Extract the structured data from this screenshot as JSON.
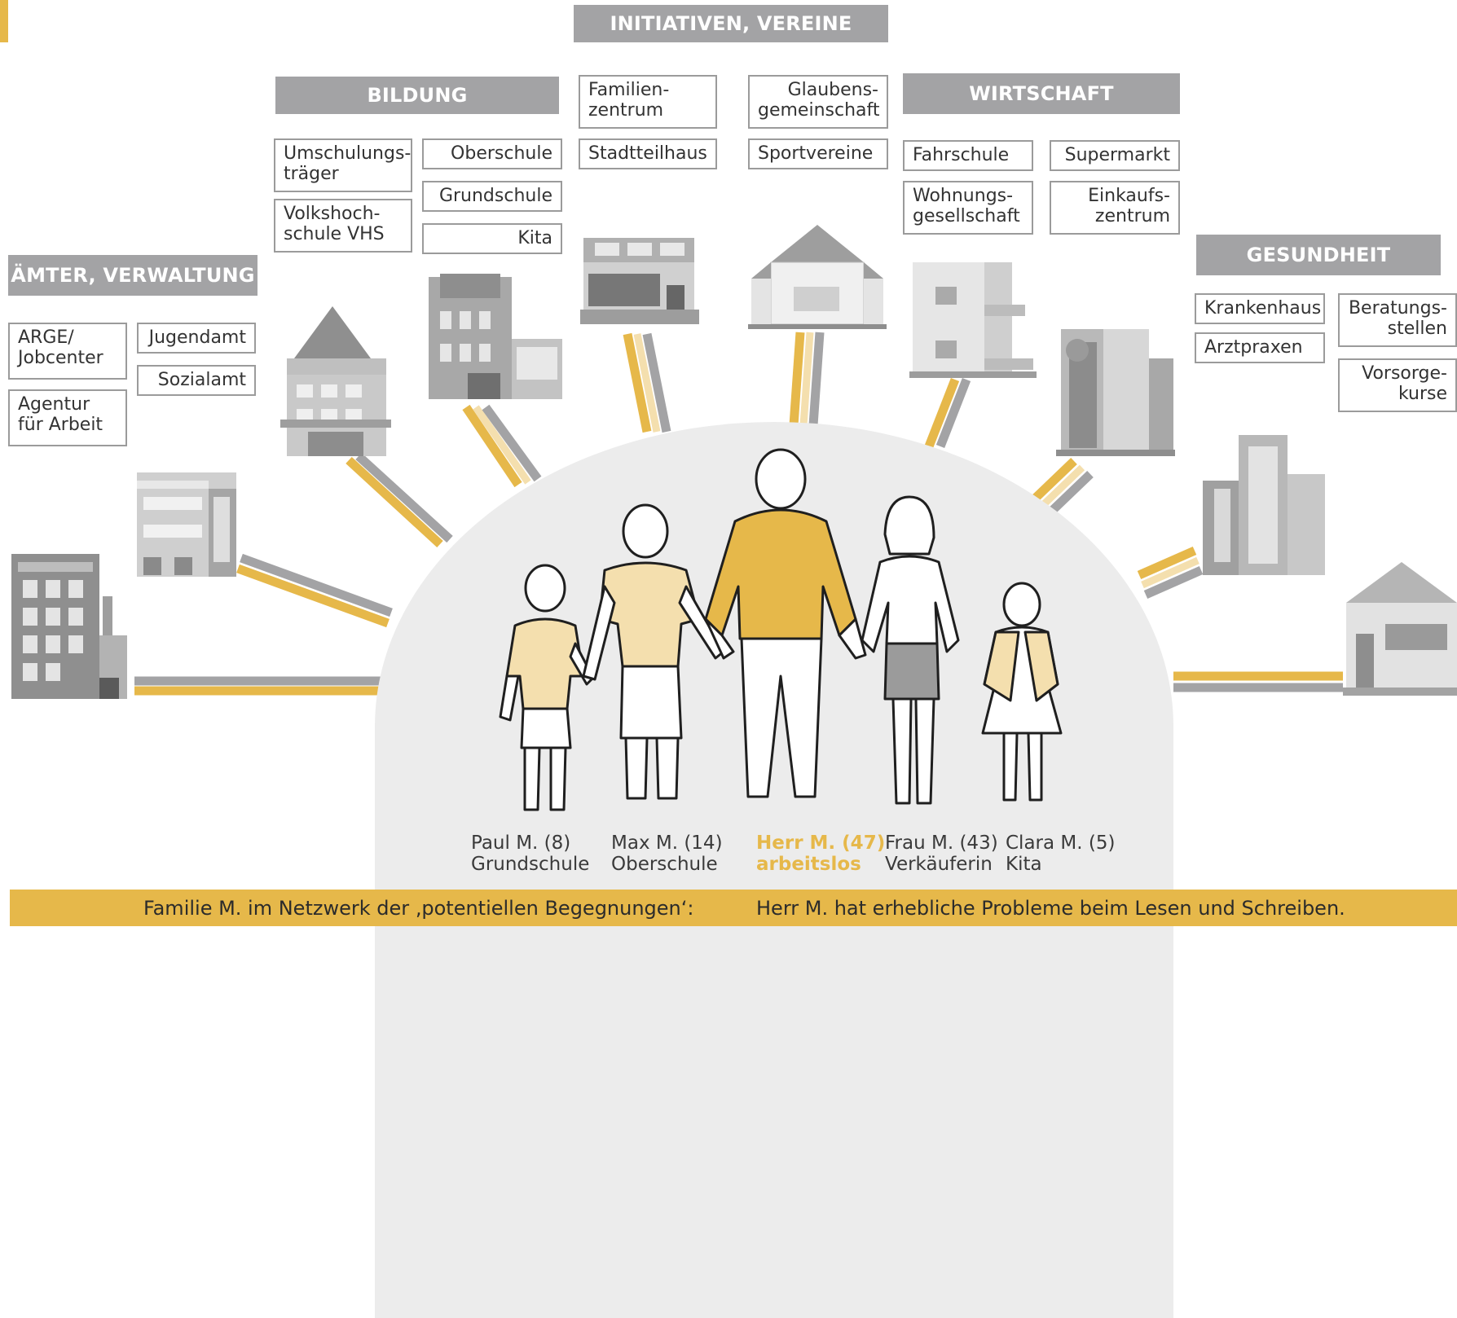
{
  "headers": {
    "initiativen": "INITIATIVEN,     VEREINE",
    "bildung": "BILDUNG",
    "wirtschaft": "WIRTSCHAFT",
    "aemter": "ÄMTER, VERWALTUNG",
    "gesundheit": "GESUNDHEIT"
  },
  "boxes": {
    "familienzentrum": "Familien-\nzentrum",
    "stadtteilhaus": "Stadtteilhaus",
    "glaubensgemeinschaft": "Glaubens-\ngemeinschaft",
    "sportvereine": "Sportvereine",
    "umschulungstraeger": "Umschulungs-\nträger",
    "oberschule": "Oberschule",
    "grundschule": "Grundschule",
    "volkshochschule": "Volkshoch-\nschule VHS",
    "kita": "Kita",
    "fahrschule": "Fahrschule",
    "supermarkt": "Supermarkt",
    "wohnungsgesellschaft": "Wohnungs-\ngesellschaft",
    "einkaufszentrum": "Einkaufs-\nzentrum",
    "arge": "ARGE/\nJobcenter",
    "jugendamt": "Jugendamt",
    "sozialamt": "Sozialamt",
    "agentur": "Agentur\nfür Arbeit",
    "krankenhaus": "Krankenhaus",
    "arztpraxen": "Arztpraxen",
    "beratungsstellen": "Beratungs-\nstellen",
    "vorsorgekurse": "Vorsorge-\nkurse"
  },
  "people": [
    {
      "name": "Paul M. (8)",
      "role": "Grundschule"
    },
    {
      "name": "Max M. (14)",
      "role": "Oberschule"
    },
    {
      "name": "Herr M. (47)",
      "role": "arbeitslos"
    },
    {
      "name": "Frau M. (43)",
      "role": "Verkäuferin"
    },
    {
      "name": "Clara M. (5)",
      "role": "Kita"
    }
  ],
  "footer": {
    "left": "Familie M. im Netzwerk der ‚potentiellen Begegnungen‘:",
    "right": "Herr M. hat erhebliche Probleme beim Lesen und Schreiben."
  },
  "colors": {
    "accent": "#e6b84a",
    "header_gray": "#a3a3a5",
    "dome": "#ececec",
    "shirt_light": "#f4dfae"
  }
}
